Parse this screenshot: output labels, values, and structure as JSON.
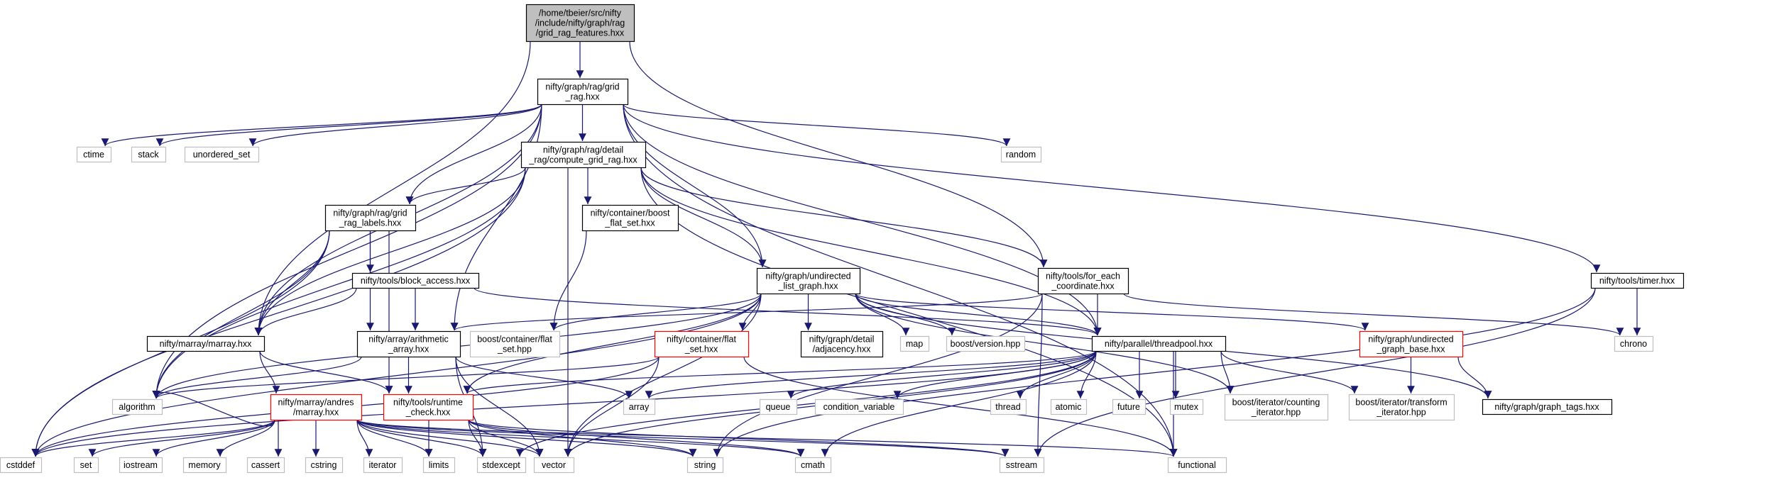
{
  "colors": {
    "edge": "#191970",
    "node_border_default": "#000000",
    "node_border_external": "#bfbfbf",
    "node_border_incomplete": "#ff0000",
    "root_fill": "#bfbfbf",
    "node_fill": "#ffffff"
  },
  "nodes": [
    {
      "id": "root",
      "lines": [
        "/home/tbeier/src/nifty",
        "/include/nifty/graph/rag",
        "/grid_rag_features.hxx"
      ],
      "kind": "root"
    },
    {
      "id": "grid_rag",
      "lines": [
        "nifty/graph/rag/grid",
        "_rag.hxx"
      ],
      "kind": "file"
    },
    {
      "id": "ctime",
      "lines": [
        "ctime"
      ],
      "kind": "external"
    },
    {
      "id": "stack",
      "lines": [
        "stack"
      ],
      "kind": "external"
    },
    {
      "id": "unordered_set",
      "lines": [
        "unordered_set"
      ],
      "kind": "external"
    },
    {
      "id": "random",
      "lines": [
        "random"
      ],
      "kind": "external"
    },
    {
      "id": "compute_grid_rag",
      "lines": [
        "nifty/graph/rag/detail",
        "_rag/compute_grid_rag.hxx"
      ],
      "kind": "file"
    },
    {
      "id": "grid_rag_labels",
      "lines": [
        "nifty/graph/rag/grid",
        "_rag_labels.hxx"
      ],
      "kind": "file"
    },
    {
      "id": "boost_flat_set",
      "lines": [
        "nifty/container/boost",
        "_flat_set.hxx"
      ],
      "kind": "file"
    },
    {
      "id": "undirected_list_graph",
      "lines": [
        "nifty/graph/undirected",
        "_list_graph.hxx"
      ],
      "kind": "file"
    },
    {
      "id": "for_each_coordinate",
      "lines": [
        "nifty/tools/for_each",
        "_coordinate.hxx"
      ],
      "kind": "file"
    },
    {
      "id": "timer",
      "lines": [
        "nifty/tools/timer.hxx"
      ],
      "kind": "file"
    },
    {
      "id": "block_access",
      "lines": [
        "nifty/tools/block_access.hxx"
      ],
      "kind": "file"
    },
    {
      "id": "marray",
      "lines": [
        "nifty/marray/marray.hxx"
      ],
      "kind": "file"
    },
    {
      "id": "arithmetic_array",
      "lines": [
        "nifty/array/arithmetic",
        "_array.hxx"
      ],
      "kind": "file"
    },
    {
      "id": "boost_container_flat_set",
      "lines": [
        "boost/container/flat",
        "_set.hpp"
      ],
      "kind": "external"
    },
    {
      "id": "container_flat_set",
      "lines": [
        "nifty/container/flat",
        "_set.hxx"
      ],
      "kind": "incomplete"
    },
    {
      "id": "adjacency",
      "lines": [
        "nifty/graph/detail",
        "/adjacency.hxx"
      ],
      "kind": "file"
    },
    {
      "id": "map",
      "lines": [
        "map"
      ],
      "kind": "external"
    },
    {
      "id": "boost_version",
      "lines": [
        "boost/version.hpp"
      ],
      "kind": "external"
    },
    {
      "id": "threadpool",
      "lines": [
        "nifty/parallel/threadpool.hxx"
      ],
      "kind": "file"
    },
    {
      "id": "undirected_graph_base",
      "lines": [
        "nifty/graph/undirected",
        "_graph_base.hxx"
      ],
      "kind": "incomplete"
    },
    {
      "id": "chrono",
      "lines": [
        "chrono"
      ],
      "kind": "external"
    },
    {
      "id": "algorithm",
      "lines": [
        "algorithm"
      ],
      "kind": "external"
    },
    {
      "id": "andres_marray",
      "lines": [
        "nifty/marray/andres",
        "/marray.hxx"
      ],
      "kind": "incomplete"
    },
    {
      "id": "runtime_check",
      "lines": [
        "nifty/tools/runtime",
        "_check.hxx"
      ],
      "kind": "incomplete"
    },
    {
      "id": "array",
      "lines": [
        "array"
      ],
      "kind": "external"
    },
    {
      "id": "queue",
      "lines": [
        "queue"
      ],
      "kind": "external"
    },
    {
      "id": "condition_variable",
      "lines": [
        "condition_variable"
      ],
      "kind": "external"
    },
    {
      "id": "thread",
      "lines": [
        "thread"
      ],
      "kind": "external"
    },
    {
      "id": "atomic",
      "lines": [
        "atomic"
      ],
      "kind": "external"
    },
    {
      "id": "future",
      "lines": [
        "future"
      ],
      "kind": "external"
    },
    {
      "id": "mutex",
      "lines": [
        "mutex"
      ],
      "kind": "external"
    },
    {
      "id": "counting_iterator",
      "lines": [
        "boost/iterator/counting",
        "_iterator.hpp"
      ],
      "kind": "external"
    },
    {
      "id": "transform_iterator",
      "lines": [
        "boost/iterator/transform",
        "_iterator.hpp"
      ],
      "kind": "external"
    },
    {
      "id": "graph_tags",
      "lines": [
        "nifty/graph/graph_tags.hxx"
      ],
      "kind": "file"
    },
    {
      "id": "cstddef",
      "lines": [
        "cstddef"
      ],
      "kind": "external"
    },
    {
      "id": "set",
      "lines": [
        "set"
      ],
      "kind": "external"
    },
    {
      "id": "iostream",
      "lines": [
        "iostream"
      ],
      "kind": "external"
    },
    {
      "id": "memory",
      "lines": [
        "memory"
      ],
      "kind": "external"
    },
    {
      "id": "cassert",
      "lines": [
        "cassert"
      ],
      "kind": "external"
    },
    {
      "id": "cstring",
      "lines": [
        "cstring"
      ],
      "kind": "external"
    },
    {
      "id": "iterator",
      "lines": [
        "iterator"
      ],
      "kind": "external"
    },
    {
      "id": "limits",
      "lines": [
        "limits"
      ],
      "kind": "external"
    },
    {
      "id": "stdexcept",
      "lines": [
        "stdexcept"
      ],
      "kind": "external"
    },
    {
      "id": "vector",
      "lines": [
        "vector"
      ],
      "kind": "external"
    },
    {
      "id": "string",
      "lines": [
        "string"
      ],
      "kind": "external"
    },
    {
      "id": "cmath",
      "lines": [
        "cmath"
      ],
      "kind": "external"
    },
    {
      "id": "sstream",
      "lines": [
        "sstream"
      ],
      "kind": "external"
    },
    {
      "id": "functional",
      "lines": [
        "functional"
      ],
      "kind": "external"
    }
  ],
  "edges": [
    [
      "root",
      "grid_rag"
    ],
    [
      "root",
      "marray"
    ],
    [
      "root",
      "for_each_coordinate"
    ],
    [
      "grid_rag",
      "ctime"
    ],
    [
      "grid_rag",
      "stack"
    ],
    [
      "grid_rag",
      "unordered_set"
    ],
    [
      "grid_rag",
      "random"
    ],
    [
      "grid_rag",
      "compute_grid_rag"
    ],
    [
      "grid_rag",
      "grid_rag_labels"
    ],
    [
      "grid_rag",
      "marray"
    ],
    [
      "grid_rag",
      "algorithm"
    ],
    [
      "grid_rag",
      "arithmetic_array"
    ],
    [
      "grid_rag",
      "undirected_list_graph"
    ],
    [
      "grid_rag",
      "threadpool"
    ],
    [
      "grid_rag",
      "timer"
    ],
    [
      "grid_rag",
      "functional"
    ],
    [
      "compute_grid_rag",
      "grid_rag_labels"
    ],
    [
      "compute_grid_rag",
      "boost_flat_set"
    ],
    [
      "compute_grid_rag",
      "undirected_list_graph"
    ],
    [
      "compute_grid_rag",
      "for_each_coordinate"
    ],
    [
      "compute_grid_rag",
      "threadpool"
    ],
    [
      "compute_grid_rag",
      "marray"
    ],
    [
      "compute_grid_rag",
      "algorithm"
    ],
    [
      "compute_grid_rag",
      "cstddef"
    ],
    [
      "compute_grid_rag",
      "vector"
    ],
    [
      "compute_grid_rag",
      "functional"
    ],
    [
      "grid_rag_labels",
      "block_access"
    ],
    [
      "grid_rag_labels",
      "marray"
    ],
    [
      "grid_rag_labels",
      "arithmetic_array"
    ],
    [
      "grid_rag_labels",
      "runtime_check"
    ],
    [
      "grid_rag_labels",
      "algorithm"
    ],
    [
      "grid_rag_labels",
      "cstddef"
    ],
    [
      "boost_flat_set",
      "boost_container_flat_set"
    ],
    [
      "block_access",
      "marray"
    ],
    [
      "block_access",
      "arithmetic_array"
    ],
    [
      "block_access",
      "threadpool"
    ],
    [
      "undirected_list_graph",
      "adjacency"
    ],
    [
      "undirected_list_graph",
      "map"
    ],
    [
      "undirected_list_graph",
      "boost_version"
    ],
    [
      "undirected_list_graph",
      "boost_container_flat_set"
    ],
    [
      "undirected_list_graph",
      "container_flat_set"
    ],
    [
      "undirected_list_graph",
      "threadpool"
    ],
    [
      "undirected_list_graph",
      "undirected_graph_base"
    ],
    [
      "undirected_list_graph",
      "graph_tags"
    ],
    [
      "undirected_list_graph",
      "counting_iterator"
    ],
    [
      "undirected_list_graph",
      "algorithm"
    ],
    [
      "undirected_list_graph",
      "vector"
    ],
    [
      "undirected_list_graph",
      "runtime_check"
    ],
    [
      "undirected_list_graph",
      "cstddef"
    ],
    [
      "for_each_coordinate",
      "arithmetic_array"
    ],
    [
      "for_each_coordinate",
      "threadpool"
    ],
    [
      "for_each_coordinate",
      "chrono"
    ],
    [
      "for_each_coordinate",
      "sstream"
    ],
    [
      "for_each_coordinate",
      "string"
    ],
    [
      "timer",
      "chrono"
    ],
    [
      "timer",
      "sstream"
    ],
    [
      "timer",
      "string"
    ],
    [
      "marray",
      "andres_marray"
    ],
    [
      "marray",
      "runtime_check"
    ],
    [
      "arithmetic_array",
      "runtime_check"
    ],
    [
      "arithmetic_array",
      "array"
    ],
    [
      "arithmetic_array",
      "vector"
    ],
    [
      "arithmetic_array",
      "stdexcept"
    ],
    [
      "arithmetic_array",
      "algorithm"
    ],
    [
      "container_flat_set",
      "algorithm"
    ],
    [
      "container_flat_set",
      "vector"
    ],
    [
      "container_flat_set",
      "functional"
    ],
    [
      "container_flat_set",
      "cstddef"
    ],
    [
      "threadpool",
      "runtime_check"
    ],
    [
      "threadpool",
      "array"
    ],
    [
      "threadpool",
      "queue"
    ],
    [
      "threadpool",
      "condition_variable"
    ],
    [
      "threadpool",
      "thread"
    ],
    [
      "threadpool",
      "atomic"
    ],
    [
      "threadpool",
      "future"
    ],
    [
      "threadpool",
      "mutex"
    ],
    [
      "threadpool",
      "counting_iterator"
    ],
    [
      "threadpool",
      "transform_iterator"
    ],
    [
      "threadpool",
      "functional"
    ],
    [
      "threadpool",
      "cmath"
    ],
    [
      "threadpool",
      "vector"
    ],
    [
      "threadpool",
      "stdexcept"
    ],
    [
      "threadpool",
      "cstddef"
    ],
    [
      "undirected_graph_base",
      "transform_iterator"
    ],
    [
      "undirected_graph_base",
      "graph_tags"
    ],
    [
      "andres_marray",
      "cstddef"
    ],
    [
      "andres_marray",
      "set"
    ],
    [
      "andres_marray",
      "iostream"
    ],
    [
      "andres_marray",
      "memory"
    ],
    [
      "andres_marray",
      "cassert"
    ],
    [
      "andres_marray",
      "cstring"
    ],
    [
      "andres_marray",
      "iterator"
    ],
    [
      "andres_marray",
      "limits"
    ],
    [
      "andres_marray",
      "stdexcept"
    ],
    [
      "andres_marray",
      "vector"
    ],
    [
      "andres_marray",
      "string"
    ],
    [
      "andres_marray",
      "cmath"
    ],
    [
      "andres_marray",
      "sstream"
    ],
    [
      "andres_marray",
      "functional"
    ],
    [
      "andres_marray",
      "algorithm"
    ],
    [
      "runtime_check",
      "limits"
    ],
    [
      "runtime_check",
      "stdexcept"
    ],
    [
      "runtime_check",
      "vector"
    ],
    [
      "runtime_check",
      "sstream"
    ],
    [
      "runtime_check",
      "string"
    ],
    [
      "runtime_check",
      "cmath"
    ]
  ]
}
